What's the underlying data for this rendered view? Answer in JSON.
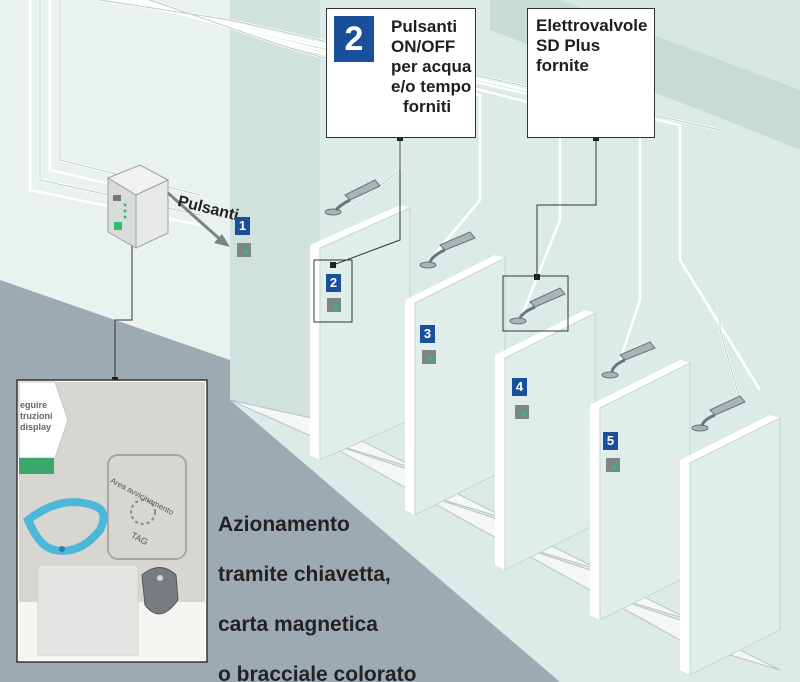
{
  "callouts": {
    "buttons": {
      "badge": "2",
      "lines": [
        "Pulsanti",
        "ON/OFF",
        "per acqua",
        "e/o tempo",
        "forniti"
      ]
    },
    "valves": {
      "lines": [
        "Elettrovalvole",
        "SD Plus",
        "fornite"
      ]
    }
  },
  "arrow_label": "Pulsanti",
  "stall_numbers": [
    "1",
    "2",
    "3",
    "4",
    "5"
  ],
  "inset": {
    "sign_text": [
      "eguire",
      "truzioni",
      "display"
    ],
    "panel_label": "Area avvicinamento",
    "tag_label": "TAG"
  },
  "caption": {
    "lines": [
      "Azionamento",
      "tramite chiavetta,",
      "carta magnetica",
      "o bracciale colorato"
    ]
  },
  "colors": {
    "wall_light": "#dcebe7",
    "wall_mid": "#c7dbd6",
    "floor": "#9eaab1",
    "badge_blue": "#1a4f9c",
    "button_green": "#2fbf71"
  }
}
